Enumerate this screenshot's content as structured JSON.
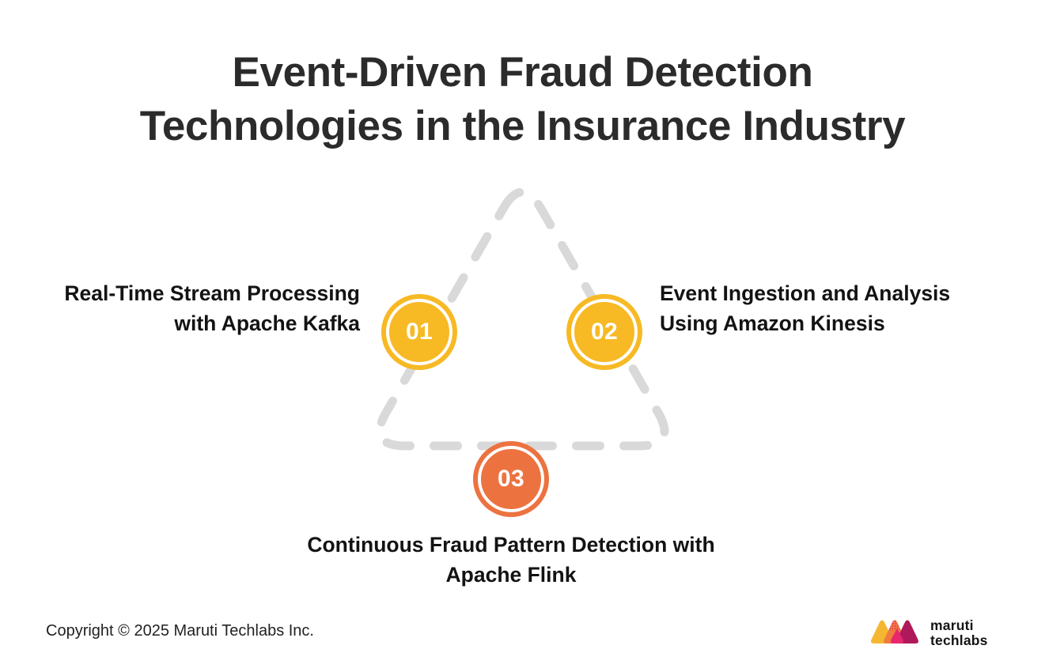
{
  "title": {
    "line1": "Event-Driven Fraud Detection",
    "line2": "Technologies in the Insurance Industry"
  },
  "diagram": {
    "type": "triangle-process",
    "connector_style": "dashed-rounded-triangle",
    "connector_color": "#d9d9d9",
    "steps": [
      {
        "number": "01",
        "label": "Real-Time Stream Processing with Apache Kafka",
        "color": "#f7b924",
        "position": "top-left"
      },
      {
        "number": "02",
        "label": "Event Ingestion and Analysis Using Amazon Kinesis",
        "color": "#f7b924",
        "position": "top-right"
      },
      {
        "number": "03",
        "label": "Continuous Fraud Pattern Detection with Apache Flink",
        "color": "#ec7340",
        "position": "bottom-center"
      }
    ]
  },
  "footer": {
    "copyright": "Copyright © 2025 Maruti Techlabs Inc.",
    "logo": {
      "name": "maruti-techlabs-logo",
      "word_line1": "maruti",
      "word_line2": "techlabs",
      "mark_colors": [
        "#f5b731",
        "#ef7d3d",
        "#e8276d",
        "#b0185c"
      ]
    }
  },
  "theme": {
    "background": "#ffffff",
    "title_color": "#2b2b2b",
    "label_color": "#131313",
    "accent_yellow": "#f7b924",
    "accent_orange": "#ec7340",
    "connector_gray": "#d9d9d9"
  }
}
